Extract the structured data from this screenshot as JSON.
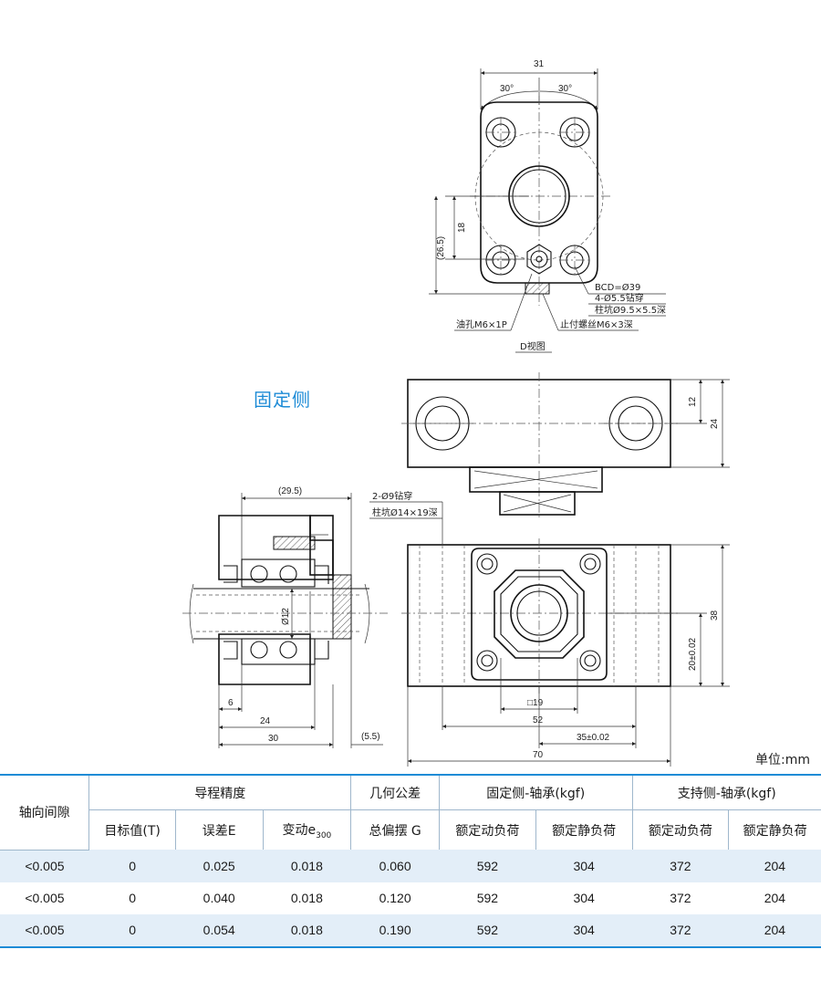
{
  "title": "固定侧",
  "unit": "单位:mm",
  "d_view": {
    "caption": "D视图",
    "width": "31",
    "angle_left": "30°",
    "angle_right": "30°",
    "height_inner": "18",
    "height_outer": "(26.5)",
    "bcd": "BCD=Ø39",
    "holes": "4-Ø5.5钻穿",
    "counterbore": "柱坑Ø9.5×5.5深",
    "oil_hole": "油孔M6×1P",
    "set_screw": "止付螺丝M6×3深"
  },
  "top_view": {
    "dim_12": "12",
    "dim_24": "24"
  },
  "side_section": {
    "dim_29_5": "(29.5)",
    "dia_12": "Ø12",
    "dim_6": "6",
    "dim_24": "24",
    "dim_30": "30",
    "dim_5_5": "(5.5)"
  },
  "front_view": {
    "holes": "2-Ø9钻穿",
    "counterbore": "柱坑Ø14×19深",
    "dim_38": "38",
    "dim_20": "20±0.02",
    "dim_sq19": "□19",
    "dim_52": "52",
    "dim_35": "35±0.02",
    "dim_70": "70"
  },
  "table": {
    "header1": {
      "axial_clearance": "轴向间隙",
      "lead_accuracy": "导程精度",
      "geometric_tolerance": "几何公差",
      "fixed_side_bearing": "固定侧-轴承(kgf)",
      "support_side_bearing": "支持侧-轴承(kgf)"
    },
    "header2": {
      "target_value": "目标值(T)",
      "error": "误差E",
      "variation": "变动e",
      "variation_sub": "300",
      "total_runout": "总偏摆 G",
      "fixed_dynamic": "额定动负荷",
      "fixed_static": "额定静负荷",
      "support_dynamic": "额定动负荷",
      "support_static": "额定静负荷"
    },
    "rows": [
      [
        "<0.005",
        "0",
        "0.025",
        "0.018",
        "0.060",
        "592",
        "304",
        "372",
        "204"
      ],
      [
        "<0.005",
        "0",
        "0.040",
        "0.018",
        "0.120",
        "592",
        "304",
        "372",
        "204"
      ],
      [
        "<0.005",
        "0",
        "0.054",
        "0.018",
        "0.190",
        "592",
        "304",
        "372",
        "204"
      ]
    ]
  }
}
